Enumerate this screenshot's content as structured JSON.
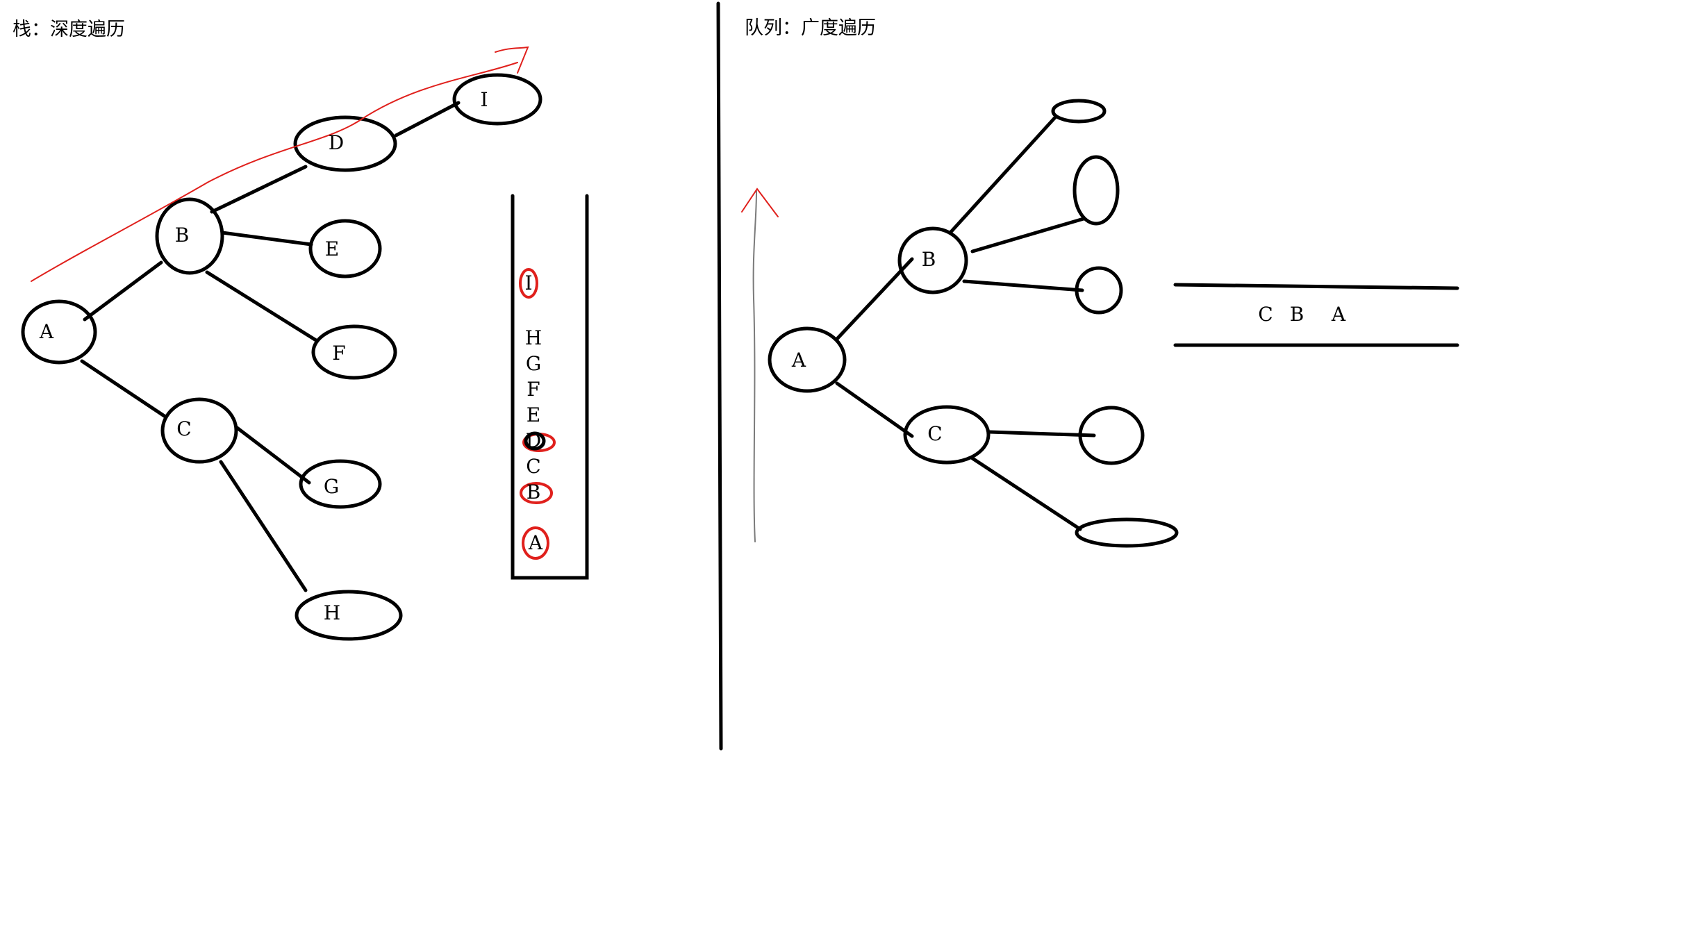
{
  "left_panel": {
    "title": "栈：深度遍历",
    "tree_nodes": [
      "A",
      "B",
      "C",
      "D",
      "E",
      "F",
      "G",
      "H",
      "I"
    ],
    "stack_items": [
      "I",
      "H",
      "G",
      "F",
      "E",
      "D",
      "C",
      "B",
      "A"
    ],
    "stack_circled": [
      "I",
      "D",
      "B",
      "A"
    ]
  },
  "right_panel": {
    "title": "队列：广度遍历",
    "tree_nodes": [
      "A",
      "B",
      "C"
    ],
    "queue_items": [
      "C",
      "B",
      "A"
    ]
  },
  "colors": {
    "ink": "#000000",
    "annotation": "#e0201c"
  }
}
